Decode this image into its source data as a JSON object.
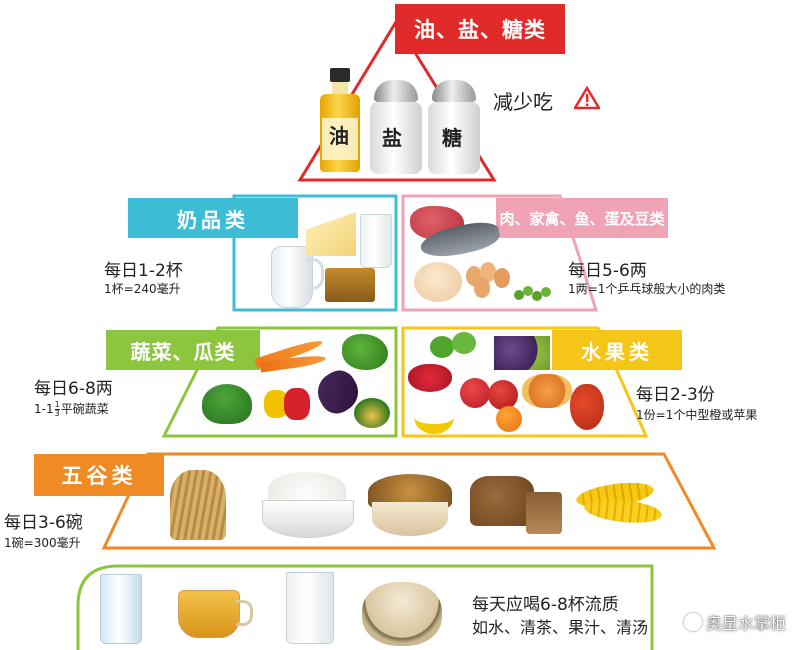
{
  "top": {
    "label": "油、盐、糖类",
    "advice": "减少吃",
    "jar_labels": [
      "油",
      "盐",
      "糖"
    ],
    "color": "#e02a2a"
  },
  "tier2_left": {
    "label": "奶品类",
    "main_note": "每日1-2杯",
    "sub_note": "1杯=240毫升",
    "color": "#3dbcd6"
  },
  "tier2_right": {
    "label": "肉、家禽、鱼、蛋及豆类",
    "main_note": "每日5-6两",
    "sub_note": "1两=1个乒乓球般大小的肉类",
    "color": "#f0a3b4"
  },
  "tier3_left": {
    "label": "蔬菜、瓜类",
    "main_note": "每日6-8两",
    "sub_note_prefix": "1-1",
    "sub_note_frac_num": "1",
    "sub_note_frac_den": "3",
    "sub_note_suffix": "平碗蔬菜",
    "color": "#8cc63f"
  },
  "tier3_right": {
    "label": "水果类",
    "main_note": "每日2-3份",
    "sub_note": "1份=1个中型橙或苹果",
    "color": "#f5c518"
  },
  "tier4": {
    "label": "五谷类",
    "main_note": "每日3-6碗",
    "sub_note": "1碗=300毫升",
    "color": "#f08a24"
  },
  "water": {
    "main_note": "每天应喝6-8杯流质",
    "sub_note": "如水、清茶、果汁、清汤",
    "color": "#8cc63f"
  },
  "watermark": "奥星水掌柜"
}
